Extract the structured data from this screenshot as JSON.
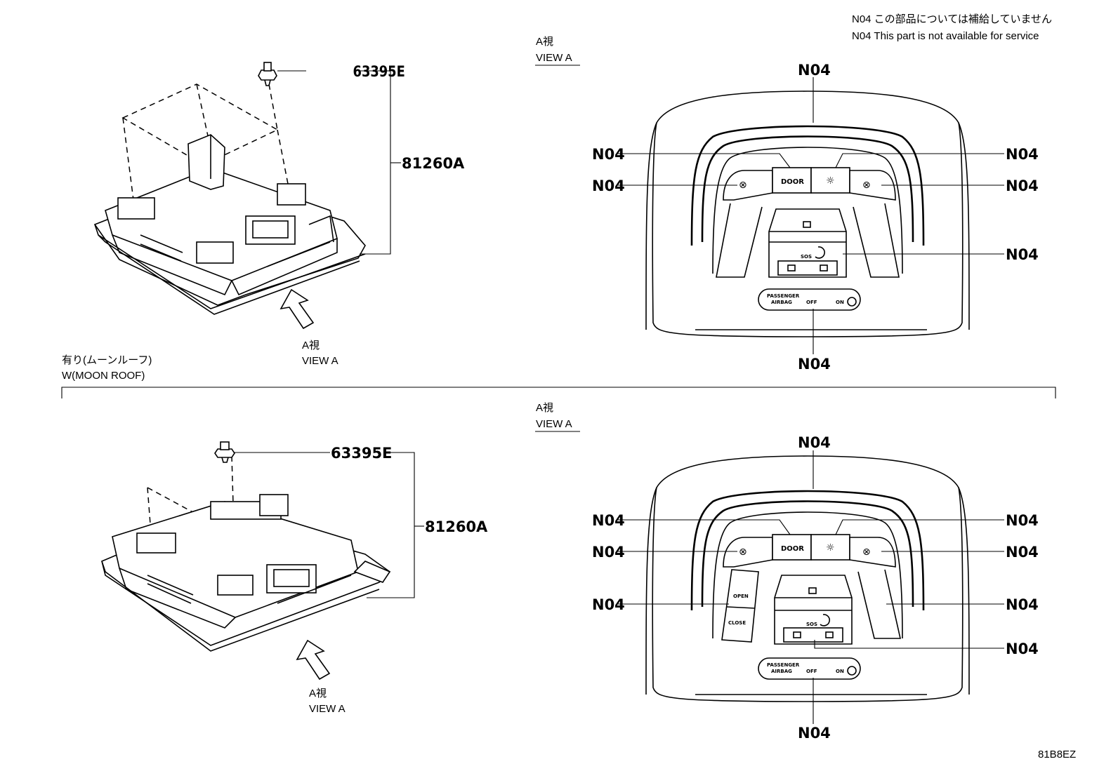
{
  "note": {
    "jp": "N04 この部品については補給していません",
    "en": "N04 This part is not available for service"
  },
  "diagram_code": "81B8EZ",
  "top": {
    "parts": {
      "clip": "63395E",
      "assembly": "81260A"
    },
    "arrow_label": {
      "jp": "A視",
      "en": "VIEW A"
    },
    "view_title": {
      "jp": "A視",
      "en": "VIEW A"
    },
    "callouts": [
      "N04",
      "N04",
      "N04",
      "N04",
      "N04",
      "N04",
      "N04"
    ],
    "buttons": {
      "door": "DOOR",
      "sos": "SOS",
      "airbag_line1": "PASSENGER",
      "airbag_line2": "AIRBAG",
      "off": "OFF",
      "on": "ON"
    }
  },
  "section": {
    "jp": "有り(ムーンルーフ)",
    "en": "W(MOON ROOF)"
  },
  "bottom": {
    "parts": {
      "clip": "63395E",
      "assembly": "81260A"
    },
    "arrow_label": {
      "jp": "A視",
      "en": "VIEW A"
    },
    "view_title": {
      "jp": "A視",
      "en": "VIEW A"
    },
    "callouts": [
      "N04",
      "N04",
      "N04",
      "N04",
      "N04",
      "N04",
      "N04",
      "N04",
      "N04"
    ],
    "buttons": {
      "door": "DOOR",
      "sos": "SOS",
      "open": "OPEN",
      "close": "CLOSE",
      "airbag_line1": "PASSENGER",
      "airbag_line2": "AIRBAG",
      "off": "OFF",
      "on": "ON"
    }
  }
}
